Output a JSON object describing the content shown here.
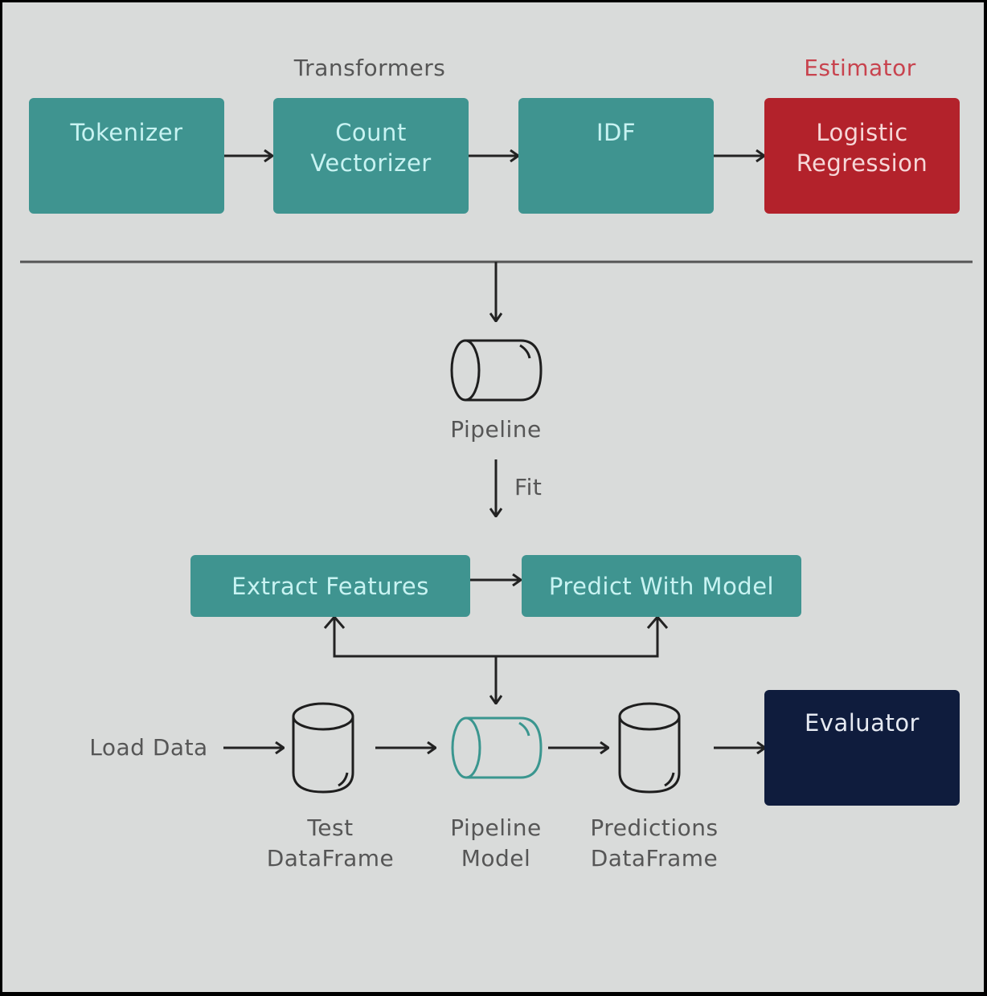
{
  "diagram": {
    "title": "Spark ML Pipeline",
    "top_row": {
      "transformers_label": "Transformers",
      "estimator_label": "Estimator",
      "stages": [
        {
          "name": "Tokenizer",
          "type": "transformer"
        },
        {
          "name": "Count\nVectorizer",
          "type": "transformer"
        },
        {
          "name": "IDF",
          "type": "transformer"
        },
        {
          "name": "Logistic\nRegression",
          "type": "estimator"
        }
      ]
    },
    "pipeline": {
      "label": "Pipeline",
      "fit_label": "Fit"
    },
    "processing": {
      "extract_features": "Extract Features",
      "predict_with_model": "Predict With Model"
    },
    "bottom_row": {
      "load_data": "Load Data",
      "test_dataframe": "Test\nDataFrame",
      "pipeline_model": "Pipeline\nModel",
      "predictions_dataframe": "Predictions\nDataFrame",
      "evaluator": "Evaluator"
    },
    "colors": {
      "background": "#d9dbda",
      "transformer": "#3f9490",
      "estimator": "#b3222b",
      "evaluator": "#0f1c3d",
      "pipeline_model_outline": "#3a968f"
    }
  }
}
